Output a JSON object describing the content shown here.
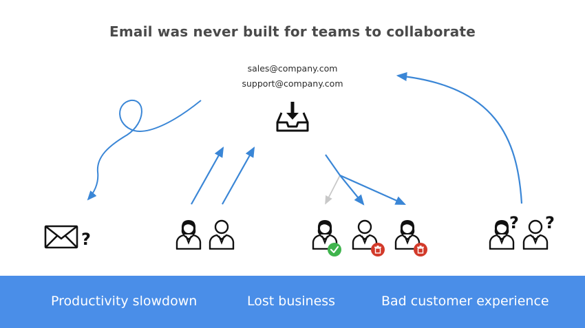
{
  "title": "Email was never built for teams to collaborate",
  "emails": [
    "sales@company.com",
    "support@company.com"
  ],
  "question_mark": "?",
  "banner": {
    "color": "#4a8ee8",
    "labels": [
      "Productivity slowdown",
      "Lost business",
      "Bad customer experience"
    ]
  },
  "colors": {
    "arrow": "#3a86d6",
    "status_ok": "#3fb44d",
    "status_delete": "#d23a2a"
  },
  "icons": [
    "inbox-icon",
    "envelope-icon",
    "person-icon",
    "check-badge-icon",
    "trash-badge-icon"
  ]
}
